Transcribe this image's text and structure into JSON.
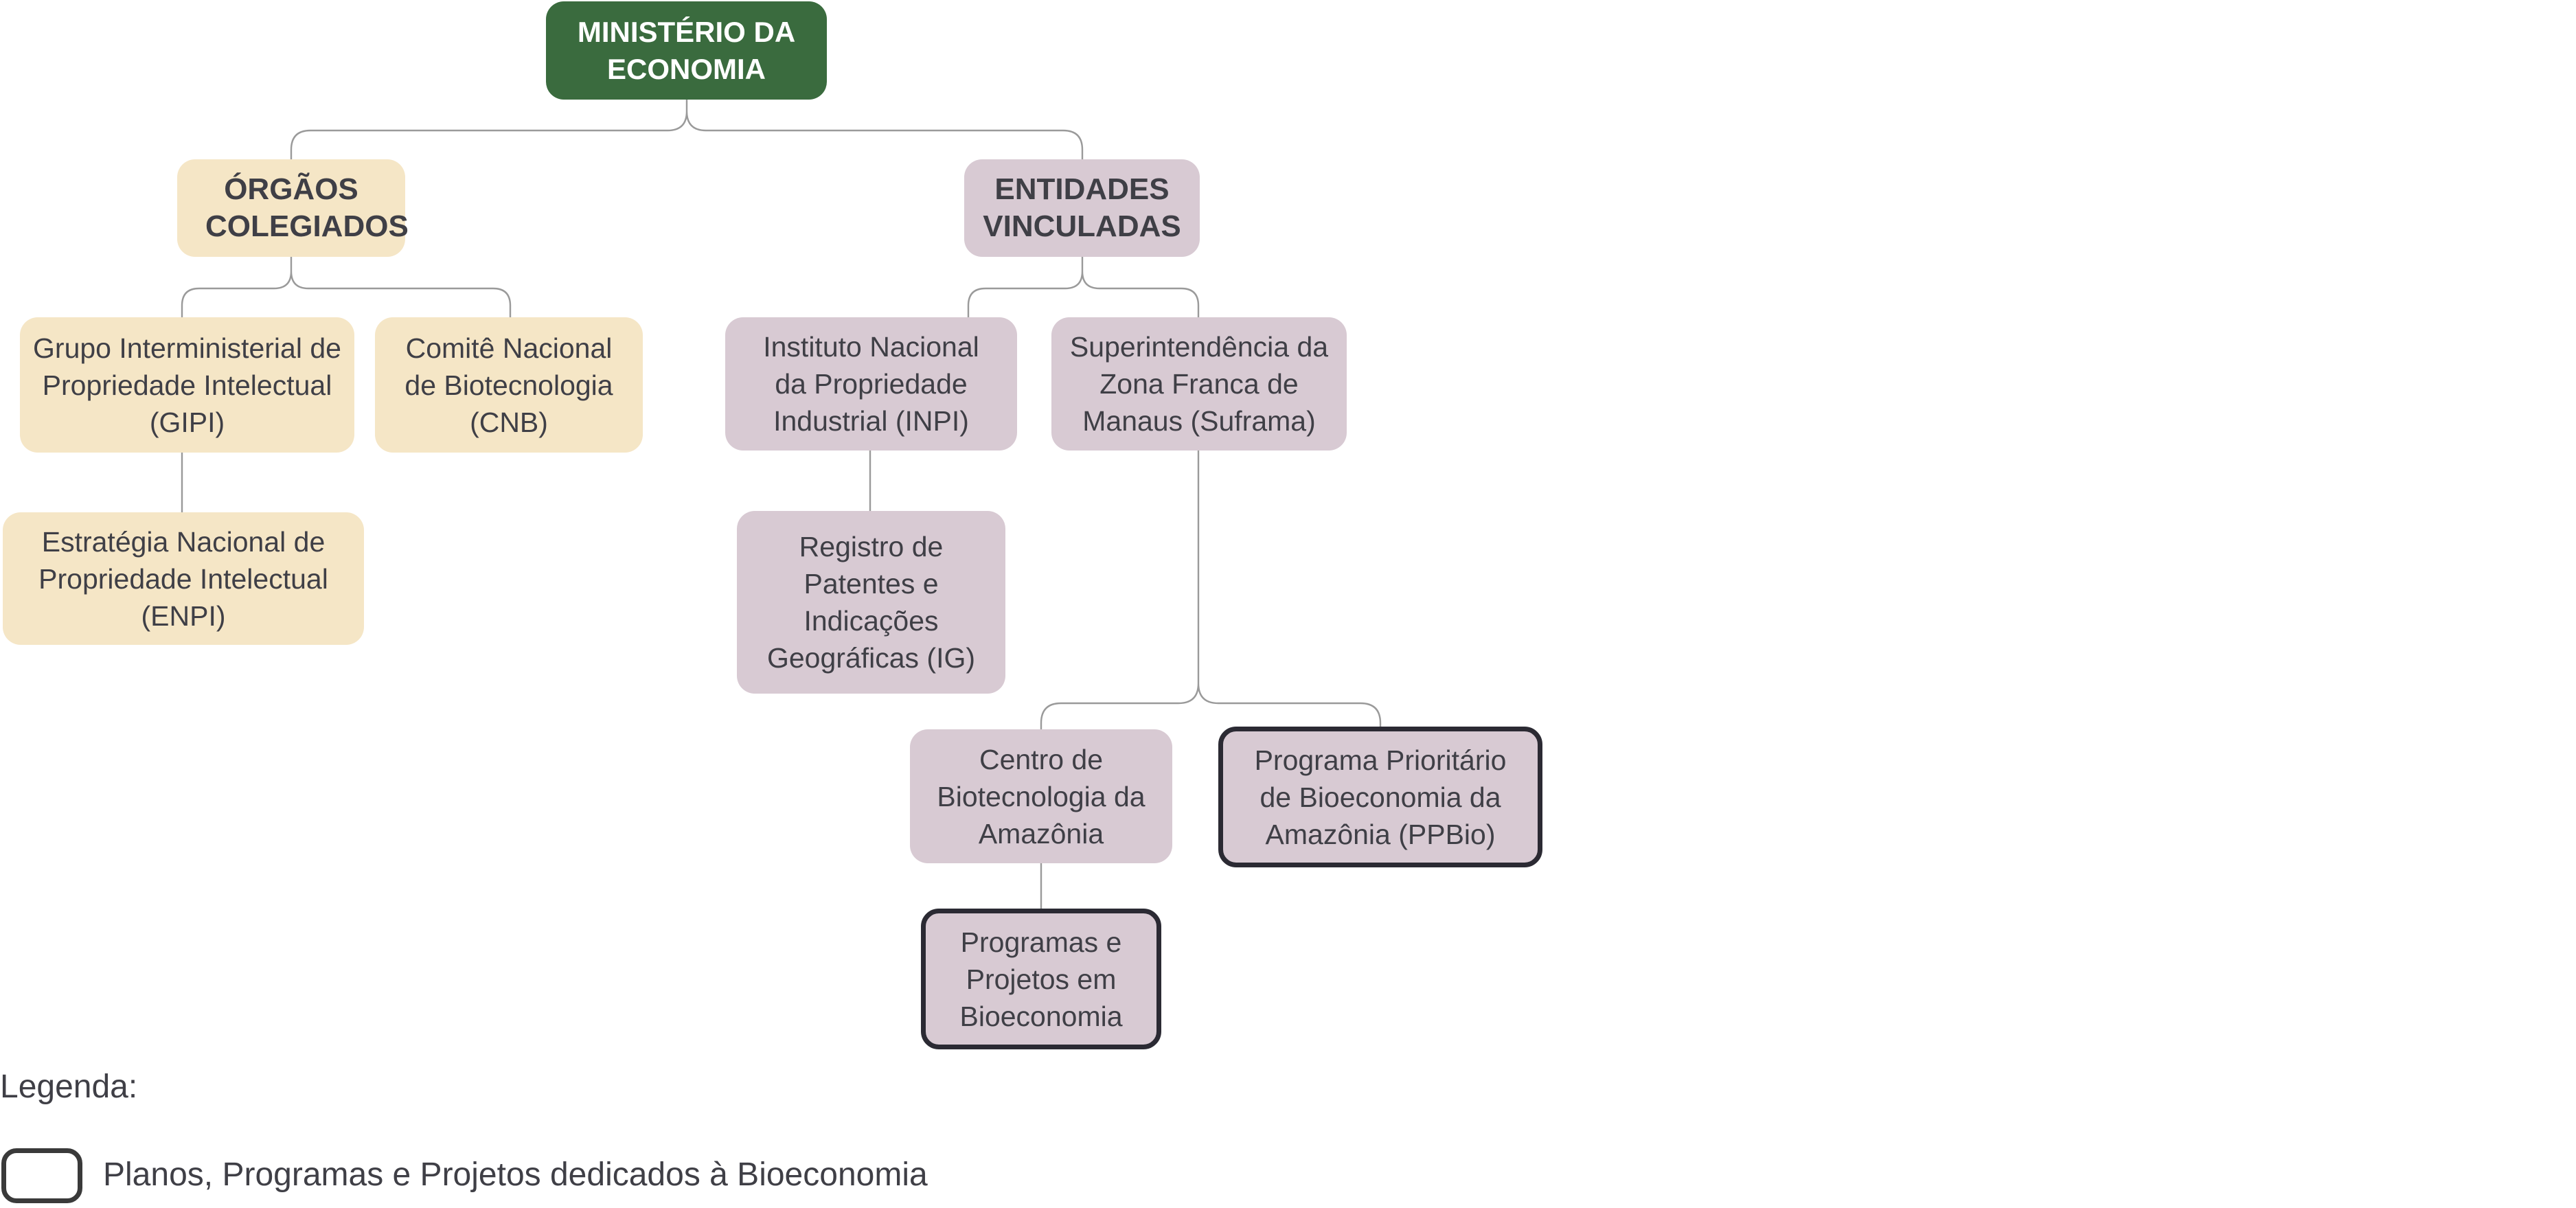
{
  "nodes": {
    "ministerio": "MINISTÉRIO DA ECONOMIA",
    "orgaos_colegiados": "ÓRGÃOS COLEGIADOS",
    "entidades_vinculadas": "ENTIDADES VINCULADAS",
    "gipi": "Grupo Interministerial de Propriedade Intelectual (GIPI)",
    "cnb": "Comitê Nacional de Biotecnologia (CNB)",
    "enpi": "Estratégia Nacional de Propriedade Intelectual (ENPI)",
    "inpi": "Instituto Nacional da Propriedade Industrial (INPI)",
    "suframa": "Superintendência da Zona Franca de Manaus (Suframa)",
    "registro_patentes": "Registro de Patentes e Indicações Geográficas (IG)",
    "cba": "Centro de Biotecnologia da Amazônia",
    "ppbio": "Programa Prioritário de Bioeconomia da Amazônia (PPBio)",
    "programas_projetos": "Programas e Projetos em Bioeconomia"
  },
  "legend": {
    "title": "Legenda:",
    "dedicated_label": "Planos, Programas e Projetos dedicados à Bioeconomia"
  },
  "colors": {
    "root": "#3a6b3e",
    "orgaos_branch": "#f5e6c6",
    "entidades_branch": "#d8cad3",
    "dedicated_border": "#2b2a33"
  }
}
